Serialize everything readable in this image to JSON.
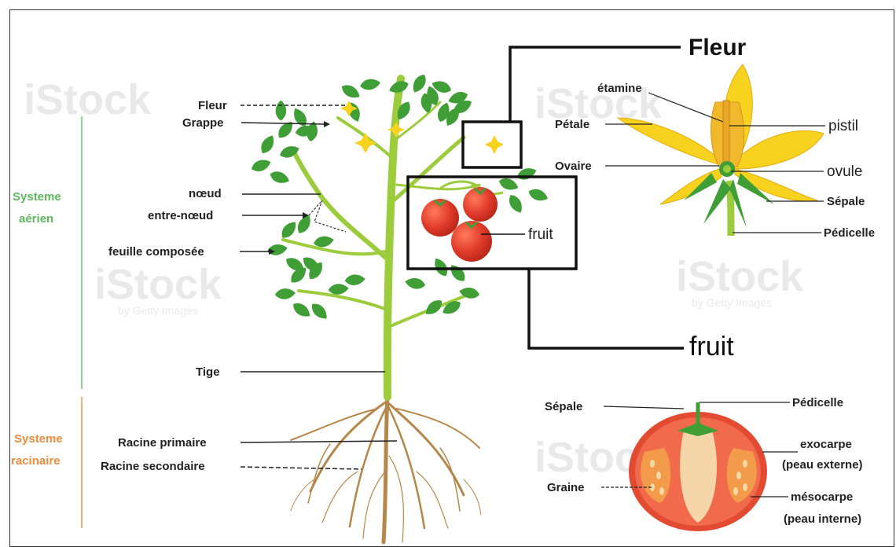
{
  "headings": {
    "fleur": "Fleur",
    "fruit": "fruit"
  },
  "systems": {
    "aerien_line1": "Systeme",
    "aerien_line2": "aérien",
    "racinaire_line1": "Systeme",
    "racinaire_line2": "racinaire",
    "aerien_color": "#5cb85c",
    "racinaire_color": "#f08a3c"
  },
  "plant_labels": {
    "fleur": "Fleur",
    "grappe": "Grappe",
    "noeud": "nœud",
    "entre_noeud": "entre-nœud",
    "feuille": "feuille composée",
    "tige": "Tige",
    "racine_primaire": "Racine primaire",
    "racine_secondaire": "Racine secondaire",
    "fruit_inset": "fruit"
  },
  "flower_labels": {
    "etamine": "étamine",
    "petale": "Pétale",
    "pistil": "pistil",
    "ovaire": "Ovaire",
    "ovule": "ovule",
    "sepale": "Sépale",
    "pedicelle": "Pédicelle"
  },
  "fruit_labels": {
    "sepale": "Sépale",
    "pedicelle": "Pédicelle",
    "exocarpe_1": "exocarpe",
    "exocarpe_2": "(peau externe)",
    "graine": "Graine",
    "mesocarpe_1": "mésocarpe",
    "mesocarpe_2": "(peau interne)"
  },
  "watermark": {
    "text": "iStock",
    "sub": "by Getty Images"
  },
  "colors": {
    "stem": "#9ccc3c",
    "leaf": "#3f9e35",
    "tomato": "#e03b2a",
    "flower": "#f7d21e",
    "root": "#b5874a"
  }
}
